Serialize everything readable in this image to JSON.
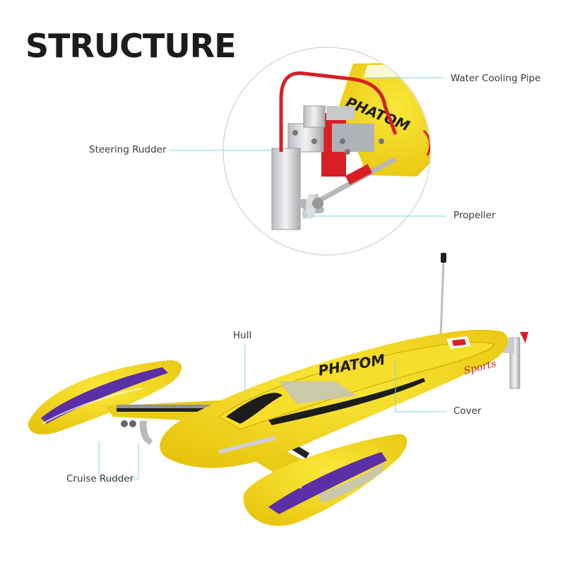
{
  "title": "STRUCTURE",
  "labels": {
    "water_cooling_pipe": "Water Cooling Pipe",
    "steering_rudder": "Steering Rudder",
    "propeller": "Propeller",
    "hull": "Hull",
    "cover": "Cover",
    "cruise_rudder": "Cruise Rudder"
  },
  "boat_decals": {
    "brand": "PHATOM",
    "script": "Sports",
    "pontoon": "Super"
  },
  "colors": {
    "hull_yellow": "#f2d61a",
    "accent_purple": "#5a2fa8",
    "callout_line": "#7fd6df",
    "pipe_red": "#d81f26",
    "text": "#3a3a3a"
  }
}
